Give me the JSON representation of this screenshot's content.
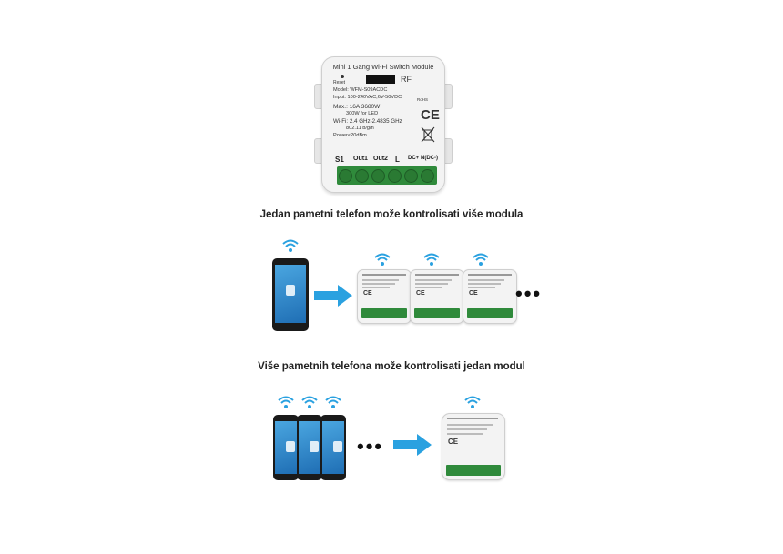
{
  "module": {
    "title": "Mini 1 Gang Wi-Fi Switch Module",
    "rf_label": "RF",
    "reset_label": "Reset",
    "rohs_label": "RoHS",
    "ce_mark": "CE",
    "specs": [
      "Model: WFM-S09ACDC",
      "Input: 100-240VAC,6V-50VDC",
      "Max.: 16A  3680W",
      "300W for LED",
      "Wi-Fi: 2.4 GHz-2.4835 GHz",
      "802.11 b/g/n",
      "Power<20dBm"
    ],
    "terminals": [
      "S1",
      "Out1",
      "Out2",
      "L",
      "DC+",
      "N(DC-)"
    ]
  },
  "captions": {
    "one_phone": "Jedan pametni telefon može kontrolisati više modula",
    "many_phones": "Više pametnih telefona može kontrolisati jedan modul"
  },
  "ellipsis": "•••",
  "small_module": {
    "ce_mark": "CE"
  },
  "colors": {
    "wifi": "#2aa1e0",
    "arrow": "#2aa1e0",
    "terminal_green": "#2f8a3b"
  }
}
